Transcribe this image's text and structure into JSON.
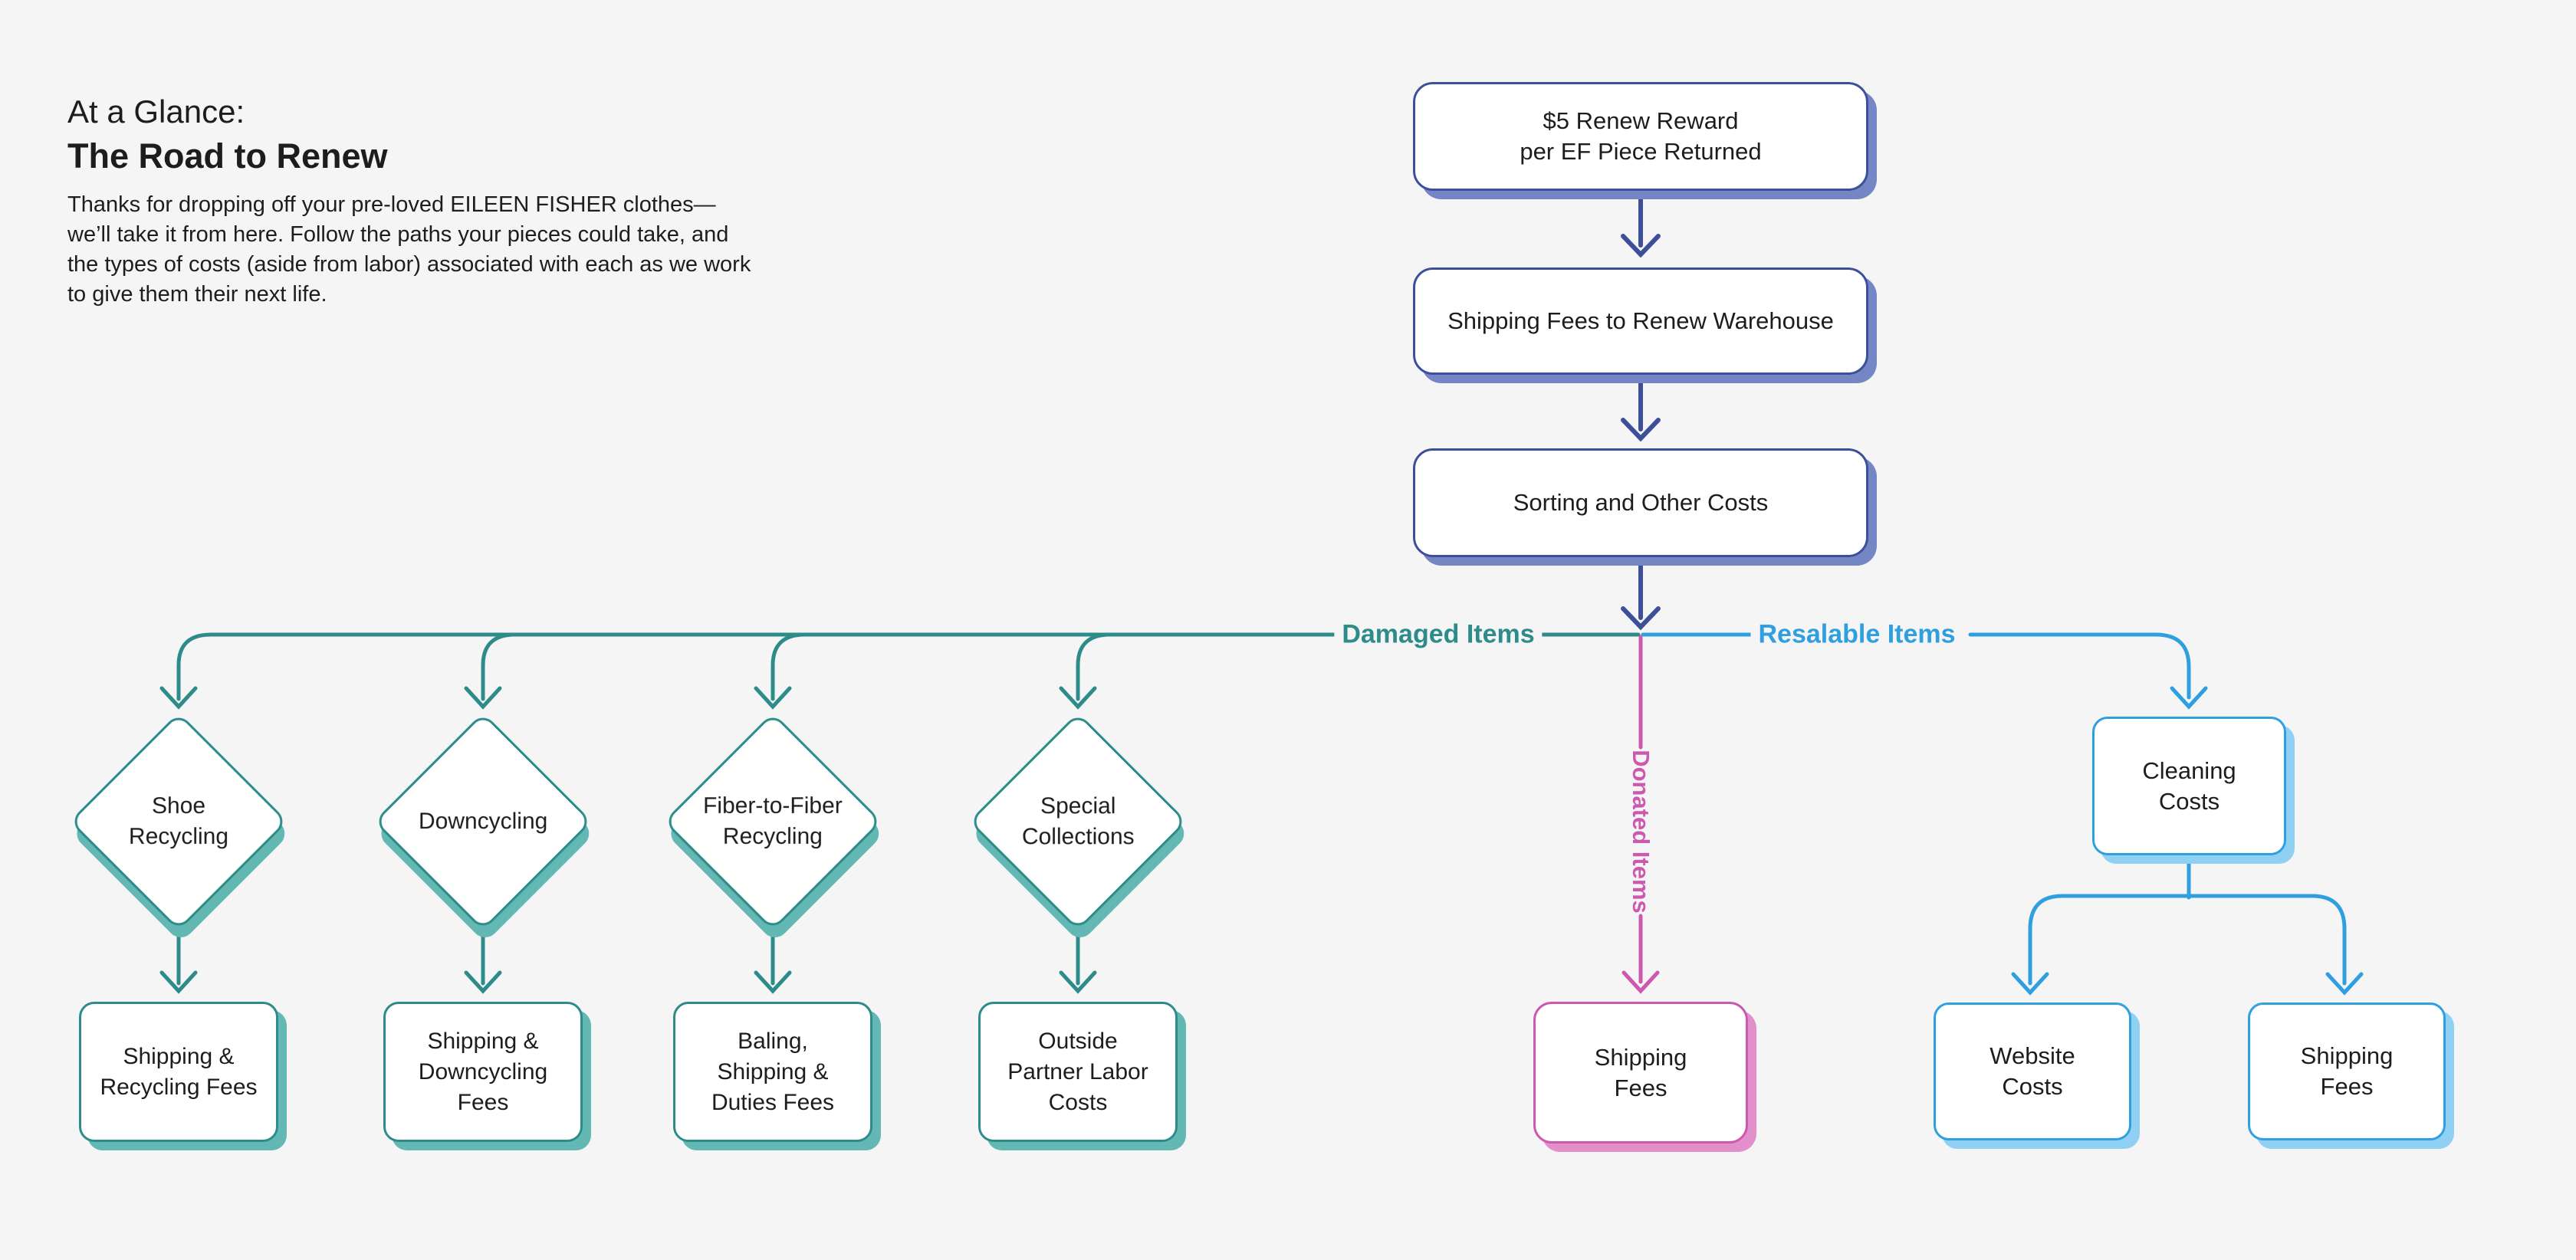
{
  "intro": {
    "kicker": "At a Glance:",
    "title": "The Road to Renew",
    "description": "Thanks for dropping off your pre-loved EILEEN FISHER clothes—\nwe’ll take it from here. Follow the paths your pieces could take, and\nthe types of costs (aside from labor) associated with each as we work\nto give them their next life."
  },
  "colors": {
    "background": "#f5f5f6",
    "ink": "#1d1d1f",
    "navy": "#3e4f99",
    "navy-shadow": "#7486c4",
    "teal": "#2d8c8a",
    "teal-shadow": "#63b8b4",
    "blue": "#2f9fe0",
    "blue-shadow": "#90d1f3",
    "pink": "#cd58af",
    "pink-shadow": "#e28fca"
  },
  "chain": [
    {
      "label": "$5 Renew Reward\nper EF Piece Returned"
    },
    {
      "label": "Shipping Fees to Renew Warehouse"
    },
    {
      "label": "Sorting and Other Costs"
    }
  ],
  "branches": {
    "damaged": {
      "label": "Damaged Items",
      "paths": [
        {
          "decision": "Shoe\nRecycling",
          "cost": "Shipping &\nRecycling Fees"
        },
        {
          "decision": "Downcycling",
          "cost": "Shipping &\nDowncycling\nFees"
        },
        {
          "decision": "Fiber-to-Fiber\nRecycling",
          "cost": "Baling,\nShipping &\nDuties Fees"
        },
        {
          "decision": "Special\nCollections",
          "cost": "Outside\nPartner Labor\nCosts"
        }
      ]
    },
    "donated": {
      "label": "Donated Items",
      "cost": "Shipping\nFees"
    },
    "resalable": {
      "label": "Resalable Items",
      "node": "Cleaning\nCosts",
      "costs": [
        "Website\nCosts",
        "Shipping\nFees"
      ]
    }
  }
}
